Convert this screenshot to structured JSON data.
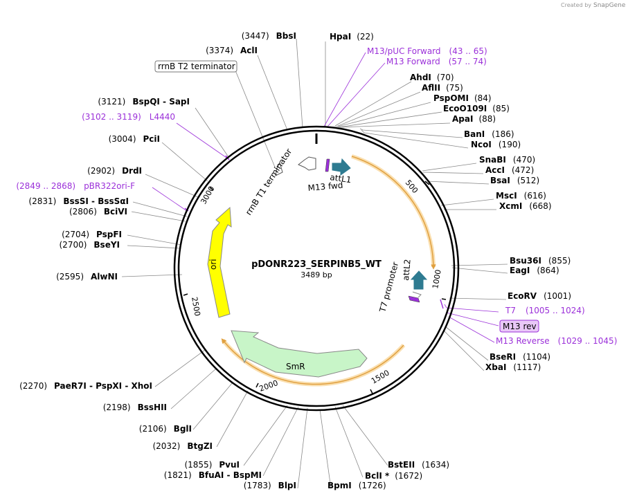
{
  "credit": {
    "prefix": "Created by",
    "brand": "SnapGene"
  },
  "plasmid": {
    "name": "pDONR223_SERPINB5_WT",
    "size": "3489 bp"
  },
  "ticks": [
    "500",
    "1000",
    "1500",
    "2000",
    "2500",
    "3000"
  ],
  "sites": [
    {
      "id": "hpai",
      "name": "HpaI",
      "pos": "(22)"
    },
    {
      "id": "ahdi",
      "name": "AhdI",
      "pos": "(70)"
    },
    {
      "id": "aflii",
      "name": "AflII",
      "pos": "(75)"
    },
    {
      "id": "pspomi",
      "name": "PspOMI",
      "pos": "(84)"
    },
    {
      "id": "eco0109i",
      "name": "EcoO109I",
      "pos": "(85)"
    },
    {
      "id": "apai",
      "name": "ApaI",
      "pos": "(88)"
    },
    {
      "id": "bani",
      "name": "BanI",
      "pos": "(186)"
    },
    {
      "id": "ncoi",
      "name": "NcoI",
      "pos": "(190)"
    },
    {
      "id": "snabi",
      "name": "SnaBI",
      "pos": "(470)"
    },
    {
      "id": "acci",
      "name": "AccI",
      "pos": "(472)"
    },
    {
      "id": "bsai",
      "name": "BsaI",
      "pos": "(512)"
    },
    {
      "id": "msci",
      "name": "MscI",
      "pos": "(616)"
    },
    {
      "id": "xcmi",
      "name": "XcmI",
      "pos": "(668)"
    },
    {
      "id": "bsu36i",
      "name": "Bsu36I",
      "pos": "(855)"
    },
    {
      "id": "eagi",
      "name": "EagI",
      "pos": "(864)"
    },
    {
      "id": "ecorv",
      "name": "EcoRV",
      "pos": "(1001)"
    },
    {
      "id": "bseri",
      "name": "BseRI",
      "pos": "(1104)"
    },
    {
      "id": "xbai",
      "name": "XbaI",
      "pos": "(1117)"
    },
    {
      "id": "bsteii",
      "name": "BstEII",
      "pos": "(1634)"
    },
    {
      "id": "bcli",
      "name": "BclI *",
      "pos": "(1672)"
    },
    {
      "id": "bpmi",
      "name": "BpmI",
      "pos": "(1726)"
    },
    {
      "id": "blpi",
      "name": "BlpI",
      "pos": "(1783)"
    },
    {
      "id": "bfuai",
      "name": "BfuAI  -  BspMI",
      "pos": "(1821)"
    },
    {
      "id": "pvui",
      "name": "PvuI",
      "pos": "(1855)"
    },
    {
      "id": "btgzi",
      "name": "BtgZI",
      "pos": "(2032)"
    },
    {
      "id": "bgli",
      "name": "BglI",
      "pos": "(2106)"
    },
    {
      "id": "bsshii",
      "name": "BssHII",
      "pos": "(2198)"
    },
    {
      "id": "paer7i",
      "name": "PaeR7I  -  PspXI  -  XhoI",
      "pos": "(2270)"
    },
    {
      "id": "alwni",
      "name": "AlwNI",
      "pos": "(2595)"
    },
    {
      "id": "bseyi",
      "name": "BseYI",
      "pos": "(2700)"
    },
    {
      "id": "pspfi",
      "name": "PspFI",
      "pos": "(2704)"
    },
    {
      "id": "bcivi",
      "name": "BciVI",
      "pos": "(2806)"
    },
    {
      "id": "bsssi",
      "name": "BssSI  -  BssSαI",
      "pos": "(2831)"
    },
    {
      "id": "drdi",
      "name": "DrdI",
      "pos": "(2902)"
    },
    {
      "id": "pcii",
      "name": "PciI",
      "pos": "(3004)"
    },
    {
      "id": "bspqi",
      "name": "BspQI  -  SapI",
      "pos": "(3121)"
    },
    {
      "id": "acli",
      "name": "AclI",
      "pos": "(3374)"
    },
    {
      "id": "bbsi",
      "name": "BbsI",
      "pos": "(3447)"
    }
  ],
  "primers": [
    {
      "id": "m13puc",
      "name": "M13/pUC Forward",
      "range": "(43 .. 65)"
    },
    {
      "id": "m13fwd",
      "name": "M13 Forward",
      "range": "(57 .. 74)"
    },
    {
      "id": "t7",
      "name": "T7",
      "range": "(1005 .. 1024)"
    },
    {
      "id": "m13reverse",
      "name": "M13 Reverse",
      "range": "(1029 .. 1045)"
    },
    {
      "id": "l4440",
      "name": "L4440",
      "range": "(3102 .. 3119)"
    },
    {
      "id": "pbr322",
      "name": "pBR322ori-F",
      "range": "(2849 .. 2868)"
    }
  ],
  "boxed": {
    "rrnb": "rrnB T2 terminator",
    "m13rev": "M13 rev"
  },
  "features": {
    "attl1": "attL1",
    "m13fwd": "M13 fwd",
    "rrnbt1": "rrnB T1 terminator",
    "attl2": "attL2",
    "t7promoter": "T7 promoter",
    "ori": "ori",
    "smr": "SmR"
  },
  "colors": {
    "ori": "#ffff00",
    "smr": "#c8f5c8",
    "att": "#2e7b91",
    "primer": "#9b30d9",
    "orf_highlight": "#f7c97a",
    "orf_arrow": "#e0a040"
  }
}
